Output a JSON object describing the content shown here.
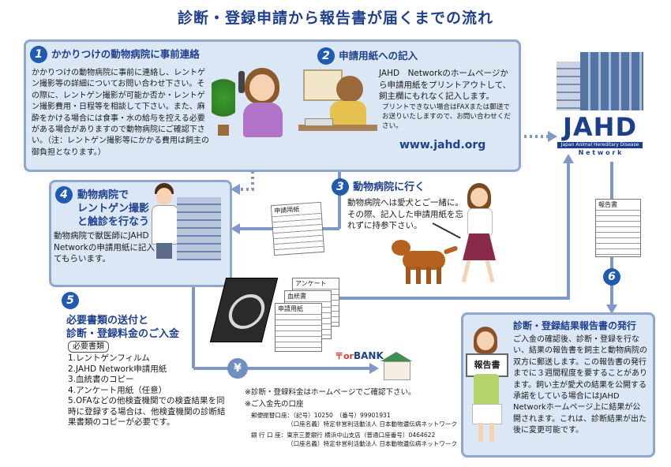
{
  "title": "診断・登録申請から報告書が届くまでの流れ",
  "step1": {
    "num": "1",
    "heading": "かかりつけの動物病院に事前連絡",
    "body": "かかりつけの動物病院に事前に連絡し、レントゲン撮影等の詳細についてお問い合わせ下さい。その際に、レントゲン撮影が可能か否か・レントゲン撮影費用・日程等を相談して下さい。また、麻酔をかける場合には食事・水の給与を控える必要がある場合がありますので動物病院にご確認下さい。（注：レントゲン撮影等にかかる費用は飼主の御負担となります。）"
  },
  "step2": {
    "num": "2",
    "heading": "申請用紙への記入",
    "body": "JAHD　Networkのホームページから申請用紙をプリントアウトして、飼主欄にもれなく記入します。",
    "note": "プリントできない場合はFAXまたは郵送でお送りいたしますので、お問い合わせください。",
    "url": "www.jahd.org"
  },
  "step3": {
    "num": "3",
    "heading": "動物病院に行く",
    "body": "動物病院へは愛犬とご一緒に。その際、記入した申請用紙を忘れずに持参下さい。"
  },
  "step4": {
    "num": "4",
    "heading": "動物病院でレントゲン撮影と触診を行なう",
    "heading_line1": "動物病院で",
    "heading_line2": "レントゲン撮影",
    "heading_line3": "と触診を行なう",
    "body": "動物病院で獣医師にJAHD Networkの申請用紙に記入してもらいます。"
  },
  "step5": {
    "num": "5",
    "heading_line1": "必要書類の送付と",
    "heading_line2": "診断・登録料金のご入金",
    "docs_title": "必要書類",
    "docs": [
      "1.レントゲンフィルム",
      "2.JAHD Network申請用紙",
      "3.血統書のコピー",
      "4.アンケート用紙（任意）",
      "5.OFAなどの他検査機関での検査結果を同時に登録する場合は、他検査機関の診断結果書類のコピーが必要です。"
    ],
    "fee_note": "※診断・登録料金はホームページでご確認下さい。",
    "account_title": "※ご入金先の口座",
    "postal": "郵便振替口座：（記号）10250　（番号）99901931",
    "postal_name": "（口座名義）特定非営利活動法人 日本動物遺伝病ネットワーク",
    "bank": "銀 行 口 座：東京三菱銀行 横浜中山支店（普通口座番号）0464622",
    "bank_name": "（口座名義）特定非営利活動法人 日本動物遺伝病ネットワーク"
  },
  "step6": {
    "num": "6",
    "heading": "診断・登録結果報告書の発行",
    "body": "ご入金の確認後、診断・登録を行ない、結果の報告書を飼主と動物病院の双方に郵送します。この報告書の発行までに３週間程度を要することがあります。飼い主が愛犬の結果を公開する承諾をしている場合にはJAHD Networkホームページ上に結果が公開されます。これは、診断結果が出た後に変更可能です。",
    "sign": "報告書"
  },
  "papers": {
    "application": "申請用紙",
    "survey": "アンケート",
    "pedigree": "血統書",
    "report": "報告書"
  },
  "jahd": {
    "logo": "JAHD",
    "subtitle": "Japan Animal Hereditary Disease",
    "network": "N e t w o r k"
  },
  "icons": {
    "yen": "¥",
    "bank_prefix": "〒or",
    "bank": "BANK"
  },
  "colors": {
    "title": "#1f3f8f",
    "box_border": "#8fa6cf",
    "box_fill": "#dbe7f5",
    "arrow": "#7f98c8",
    "number_badge": "#1f5bb0"
  }
}
